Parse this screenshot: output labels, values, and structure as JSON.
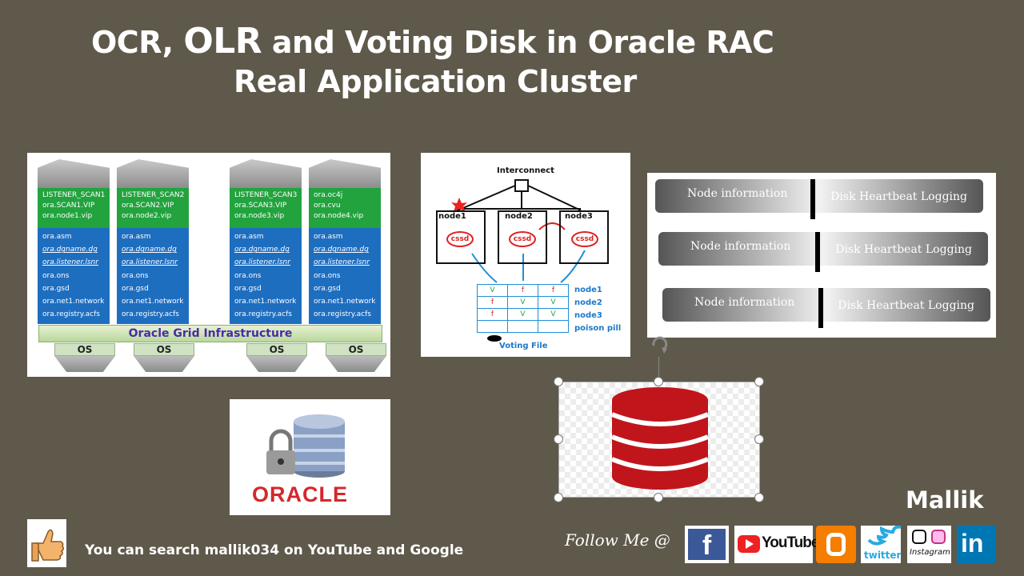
{
  "header": {
    "title_line1_a": "OCR, ",
    "title_line1_b": "OLR",
    "title_line1_c": " and Voting Disk in Oracle RAC",
    "title_line2": "Real Application Cluster"
  },
  "cluster": {
    "nodes": [
      {
        "green": [
          "LISTENER_SCAN1",
          "ora.SCAN1.VIP",
          "ora.node1.vip"
        ]
      },
      {
        "green": [
          "LISTENER_SCAN2",
          "ora.SCAN2.VIP",
          "ora.node2.vip"
        ]
      },
      {
        "green": [
          "LISTENER_SCAN3",
          "ora.SCAN3.VIP",
          "ora.node3.vip"
        ]
      },
      {
        "green": [
          "ora.oc4j",
          "ora.cvu",
          "ora.node4.vip"
        ]
      }
    ],
    "resources": [
      "ora.asm",
      "ora.dgname.dg",
      "ora.listener.lsnr",
      "ora.ons",
      "ora.gsd",
      "ora.net1.network",
      "ora.registry.acfs"
    ],
    "grid_label": "Oracle Grid Infrastructure",
    "os_label": "OS"
  },
  "voting": {
    "interconnect": "Interconnect",
    "node1": "node1",
    "node2": "node2",
    "node3": "node3",
    "cssd": "cssd",
    "table": [
      [
        "V",
        "f",
        "f"
      ],
      [
        "f",
        "V",
        "V"
      ],
      [
        "f",
        "V",
        "V"
      ],
      [
        "",
        "",
        ""
      ]
    ],
    "row_labels": [
      "node1",
      "node2",
      "node3",
      "poison pill"
    ],
    "file_label": "Voting File",
    "colors": {
      "border": "#1e8fd6",
      "red": "#d22222"
    }
  },
  "disks": {
    "left_label": "Node information",
    "right_label": "Disk Heartbeat Logging"
  },
  "oracle_logo": {
    "text": "ORACLE"
  },
  "footer": {
    "author": "Mallik",
    "search_text": "You can search mallik034 on YouTube and Google",
    "follow_text": "Follow Me @",
    "social": {
      "youtube": "YouTube",
      "twitter": "twitter",
      "instagram": "Instagram"
    }
  }
}
